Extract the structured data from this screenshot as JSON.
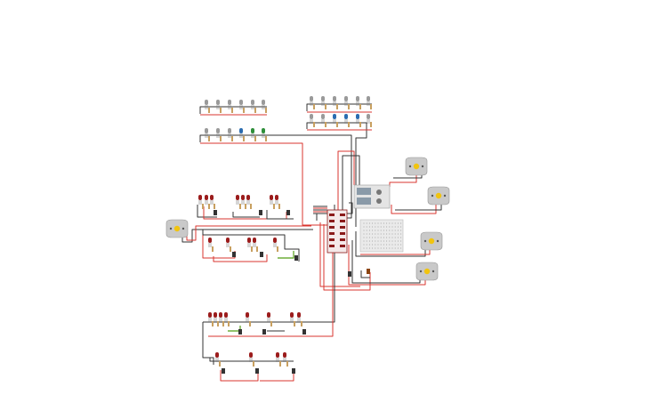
{
  "diagram": {
    "kind": "breadboard-circuit",
    "colors": {
      "background": "#ffffff",
      "wire_red": "#d9352f",
      "wire_black": "#333333",
      "wire_green": "#6fae3a",
      "led_gray": "#9a9a9a",
      "led_blue": "#2b6cb0",
      "led_green": "#2f8f3a",
      "led_red": "#9b1c1c",
      "resistor": "#c8a060",
      "motor_body": "#c9c9c9",
      "motor_center": "#f1c40f",
      "breadboard": "#eaeaea",
      "controller_red": "#8b1a1a"
    },
    "components": {
      "led_groups": 8,
      "motors": 5,
      "breadboards": 1,
      "controllers": 1,
      "power_modules": 1
    }
  }
}
